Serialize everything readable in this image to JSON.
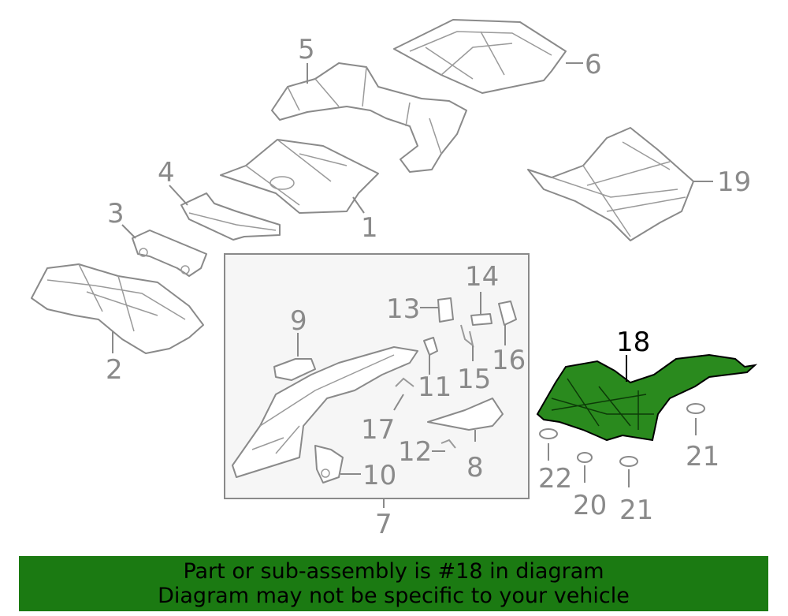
{
  "diagram": {
    "highlighted_part": "18",
    "highlight_color": "#2a8a1e",
    "inset_group": "7",
    "callouts": [
      {
        "id": "c1",
        "label": "1"
      },
      {
        "id": "c2",
        "label": "2"
      },
      {
        "id": "c3",
        "label": "3"
      },
      {
        "id": "c4",
        "label": "4"
      },
      {
        "id": "c5",
        "label": "5"
      },
      {
        "id": "c6",
        "label": "6"
      },
      {
        "id": "c7",
        "label": "7"
      },
      {
        "id": "c8",
        "label": "8"
      },
      {
        "id": "c9",
        "label": "9"
      },
      {
        "id": "c10",
        "label": "10"
      },
      {
        "id": "c11",
        "label": "11"
      },
      {
        "id": "c12",
        "label": "12"
      },
      {
        "id": "c13",
        "label": "13"
      },
      {
        "id": "c14",
        "label": "14"
      },
      {
        "id": "c15",
        "label": "15"
      },
      {
        "id": "c16",
        "label": "16"
      },
      {
        "id": "c17",
        "label": "17"
      },
      {
        "id": "c18",
        "label": "18"
      },
      {
        "id": "c19",
        "label": "19"
      },
      {
        "id": "c20",
        "label": "20"
      },
      {
        "id": "c21a",
        "label": "21"
      },
      {
        "id": "c21b",
        "label": "21"
      },
      {
        "id": "c22",
        "label": "22"
      }
    ]
  },
  "banner": {
    "line1": "Part or sub-assembly is #18 in diagram",
    "line2": "Diagram may not be specific to your vehicle",
    "background": "#1b7a12"
  }
}
